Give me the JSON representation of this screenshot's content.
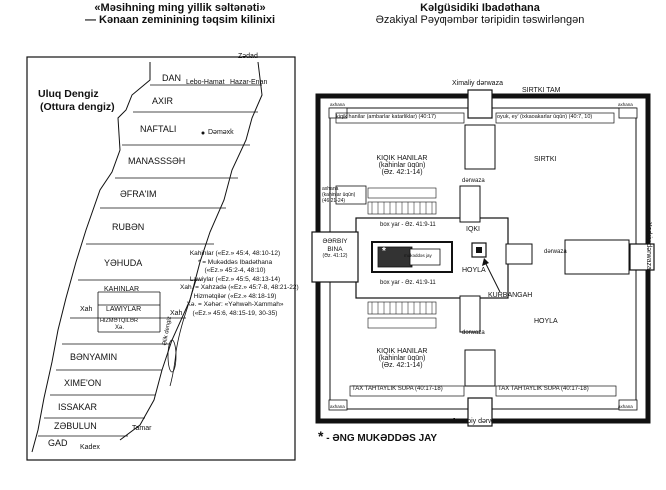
{
  "map": {
    "title1": "«Məsihning ming yillik səltənəti»",
    "title2": "— Kənaan zeminining təqsim kilinixi",
    "sea": "Uluq Dengiz",
    "sea_sub": "(Ottura dengiz)",
    "tribes": {
      "dan": "DAN",
      "axir": "AXIR",
      "naftali": "NAFTALI",
      "manasseh": "MANASSSƏH",
      "efraim": "ƏFRA'IM",
      "ruben": "RUBƏN",
      "yehuda": "YƏHUDA",
      "benyamin": "BƏNYAMIN",
      "ximeon": "XIME'ON",
      "issakar": "ISSAKAR",
      "zebulun": "ZƏBULUN",
      "gad": "GAD"
    },
    "zadad": "Zədad",
    "lebo": "Lebo-Hamat",
    "hazar": "Hazar-Enan",
    "damascus": "Dəməxk",
    "kahinlar": "KAHINLAR",
    "lawiylar": "LAWIYLAR",
    "xah": "Xah",
    "hizmetchiler": "HIZMƏTQILƏR",
    "xe": "Xə.",
    "dead_sea": "Əlik dengiz",
    "tamar": "Tamar",
    "kadex": "Kadex",
    "legend": [
      "Kahinlar («Ez.» 45:4, 48:10-12)",
      "* = Mukəddəs Ibadəthana",
      "(«Ez.» 45:2-4, 48:10)",
      "Lawiylar («Ez.» 45:5, 48:13-14)",
      "Xah. = Xahzadə («Ez.» 45:7-8, 48:21-22)",
      "Hizmətqilər («Ez.» 48:18-19)",
      "Xə. = Xəhər: «Yəhwəh-Xammah»",
      "(«Ez.» 45:6, 48:15-19, 30-35)"
    ]
  },
  "temple": {
    "title1": "Kəlgüsidiki Ibadəthana",
    "title2": "Əzakiyal Pəyƣəmbər təripidin təswirləngən",
    "north_gate": "Ximaliy dərwaza",
    "south_gate": "Janubiy dərwaza",
    "east_gate": "Xərkiy dərwaza",
    "outer_wall": "SIRTKI TAM",
    "small_rooms_priests": "kiqik hanilar (ambarlar katarliklar) (40:17)",
    "oyuk": "oyuk, ey' (ixkaoakarlar ūqūn) (40:7, 10)",
    "outer_court": "SIRTKI",
    "outer_court_lower": "HOYLA",
    "upper_rooms": "KIQIK HANILAR",
    "upper_rooms_sub": "(kahinlar ūqūn)",
    "upper_rooms_ref": "(Əz. 42:1-14)",
    "lower_rooms": "KIQIK HANILAR",
    "lower_rooms_sub": "(kahinlar ūqūn)",
    "lower_rooms_ref": "(Əz. 42:1-14)",
    "kitchen_upper": "axhana",
    "kitchen_upper_sub": "(kahinlar ūqūn)",
    "kitchen_ref": "(46:21-24)",
    "corner_kitchen": "axhana",
    "corner_ref": "(46:21-24)",
    "west_building": "ƏƏRBIY",
    "west_building2": "BINA",
    "west_ref": "(Əz. 41:12)",
    "box_top": "box yar - Əz. 41:9-11",
    "box_bottom": "box yar - Əz. 41:9-11",
    "inner": "IQKI",
    "inner_court": "HOYLA",
    "gate_top": "dərwaza",
    "gate_bottom": "dərwaza",
    "gate_east": "dərwaza",
    "altar": "KURBANGAH",
    "holy": "mukəddəs jay",
    "pavement_left": "TAX TAHTAYLIK SUPA (40:17-18)",
    "pavement_right": "TAX TAHTAYLIK SUPA (40:17-18)",
    "legend": "- ƏNG MUKƏDDƏS JAY",
    "star": "*"
  }
}
